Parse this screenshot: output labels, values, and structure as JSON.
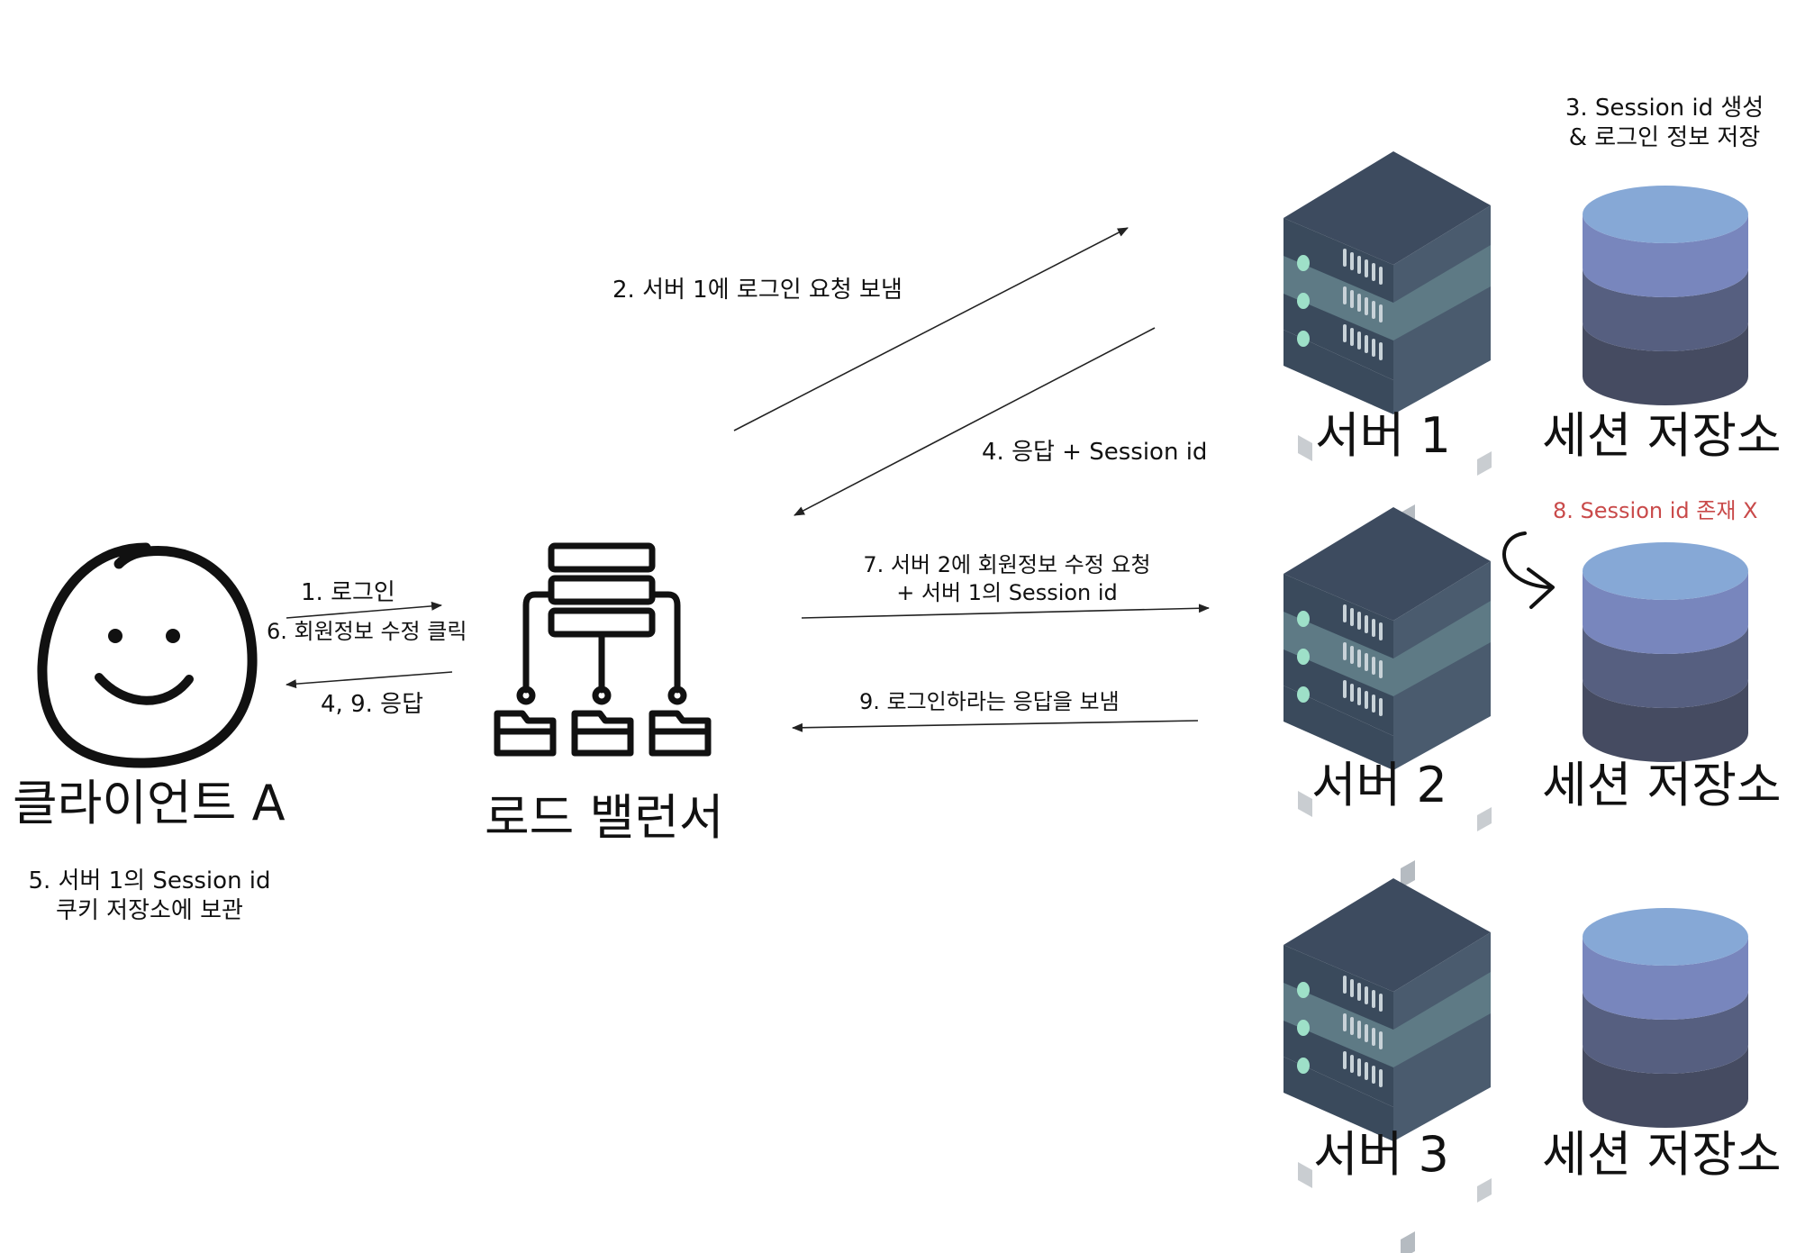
{
  "client": {
    "label": "클라이언트 A",
    "note": [
      "5. 서버 1의 Session id",
      "쿠키 저장소에 보관"
    ]
  },
  "load_balancer": {
    "label": "로드 밸런서"
  },
  "servers": [
    {
      "label": "서버 1",
      "store_label": "세션 저장소"
    },
    {
      "label": "서버 2",
      "store_label": "세션 저장소"
    },
    {
      "label": "서버 3",
      "store_label": "세션 저장소"
    }
  ],
  "steps": {
    "s1": "1. 로그인",
    "s6": "6. 회원정보 수정 클릭",
    "s4_9": "4, 9. 응답",
    "s2": "2. 서버 1에 로그인 요청 보냄",
    "s3": [
      "3. Session id 생성",
      "& 로그인 정보 저장"
    ],
    "s4": "4. 응답 + Session id",
    "s7": [
      "7. 서버 2에 회원정보 수정 요청",
      "+ 서버 1의 Session id"
    ],
    "s8": "8. Session id 존재 X",
    "s9": "9. 로그인하라는 응답을 보냄"
  },
  "colors": {
    "server_top": "#3d4b5f",
    "server_left": "#3a4a5c",
    "server_right": "#4a5b6e",
    "server_light": "#5e7a85",
    "led": "#9ee0c8",
    "db_top": "#86a8d6",
    "db_band1": "#7886bd",
    "db_band2": "#565f80",
    "db_band3": "#454b61",
    "warning_text": "#c94a4a"
  }
}
